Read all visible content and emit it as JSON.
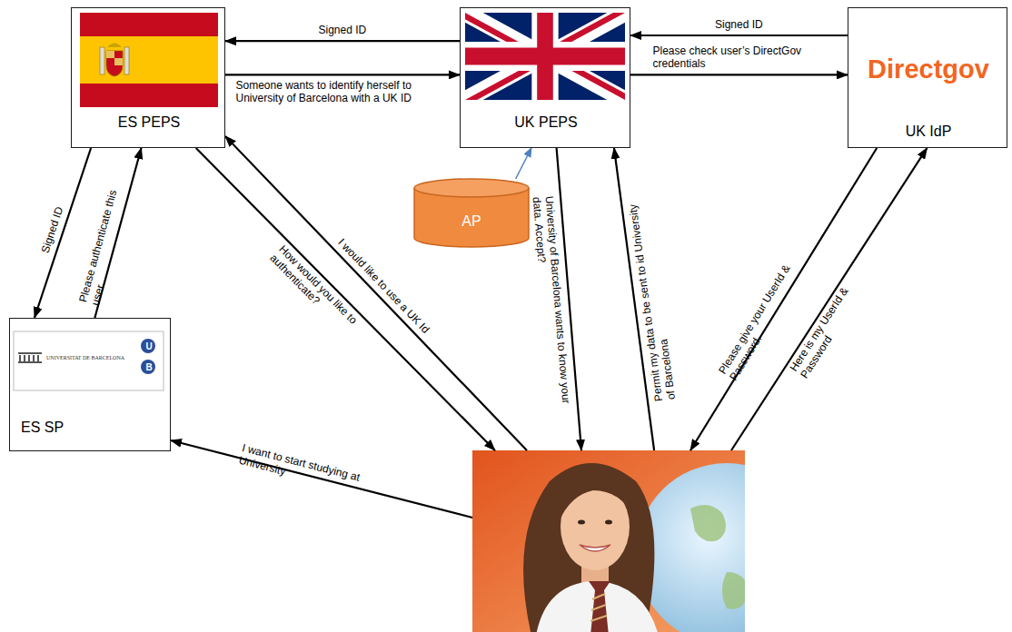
{
  "diagram": {
    "nodes": [
      {
        "text": [
          "ES PEPS"
        ]
      },
      {
        "text": [
          "UK PEPS"
        ]
      },
      {
        "text": [
          "Directgov",
          "UK IdP"
        ]
      },
      {
        "text": [
          "AP"
        ]
      },
      {
        "text": [
          "U",
          "B",
          "UNIVERSITAT DE BARCELONA",
          "ES SP"
        ]
      },
      {
        "text": []
      }
    ],
    "edges": [
      {
        "from": 1,
        "to": 0,
        "label": "Signed ID",
        "arrow": "to"
      },
      {
        "from": 0,
        "to": 1,
        "label": "Someone wants to identify herself to University of Barcelona with a UK ID",
        "arrow": "to"
      },
      {
        "from": 2,
        "to": 1,
        "label": "Signed ID",
        "arrow": "to"
      },
      {
        "from": 1,
        "to": 2,
        "label": "Please check user’s DirectGov credentials",
        "arrow": "to"
      },
      {
        "from": 3,
        "to": 1,
        "arrow": "to"
      },
      {
        "from": 0,
        "to": 4,
        "label": "Signed ID",
        "arrow": "to"
      },
      {
        "from": 4,
        "to": 0,
        "label": "Please authenticate this user",
        "arrow": "to"
      },
      {
        "from": 0,
        "to": 5,
        "label": "How would you like to authenticate?",
        "arrow": "to"
      },
      {
        "from": 5,
        "to": 0,
        "label": "I would like to use a UK Id",
        "arrow": "to"
      },
      {
        "from": 1,
        "to": 5,
        "label": "University of Barcelona wants to know your data. Accept?",
        "arrow": "to"
      },
      {
        "from": 5,
        "to": 1,
        "label": "Permit my data to be sent to id University of Barcelona",
        "arrow": "to"
      },
      {
        "from": 2,
        "to": 5,
        "label": "Please give your UserId & Password.",
        "arrow": "to"
      },
      {
        "from": 5,
        "to": 2,
        "label": "Here is my UserId & Password",
        "arrow": "to"
      },
      {
        "from": 5,
        "to": 4,
        "label": "I want to start studying at University",
        "arrow": "to"
      }
    ]
  }
}
